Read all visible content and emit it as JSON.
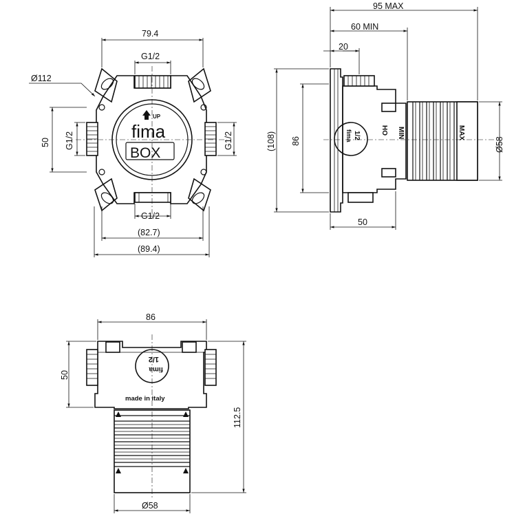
{
  "front": {
    "dim_top": "79.4",
    "diameter": "Ø112",
    "thread_top": "G1/2",
    "thread_bottom": "G1/2",
    "thread_left": "G1/2",
    "thread_right": "G1/2",
    "height_left": "50",
    "dim_bottom_inner": "(82.7)",
    "dim_bottom_outer": "(89.4)",
    "logo_brand": "fima",
    "logo_box": "BOX",
    "logo_up": "UP"
  },
  "side": {
    "depth_max": "95 MAX",
    "depth_min": "60 MIN",
    "offset": "20",
    "height_total": "(108)",
    "height_body": "86",
    "diameter": "Ø58",
    "width_body": "50",
    "label_brand": "fima",
    "label_size": "1/2",
    "mark_ho": "HO",
    "mark_min": "MIN",
    "mark_max": "MAX"
  },
  "top": {
    "width": "86",
    "height_left": "50",
    "length": "112.5",
    "diameter": "Ø58",
    "made_in": "made in italy",
    "label_brand": "fima",
    "label_size": "1/2"
  }
}
